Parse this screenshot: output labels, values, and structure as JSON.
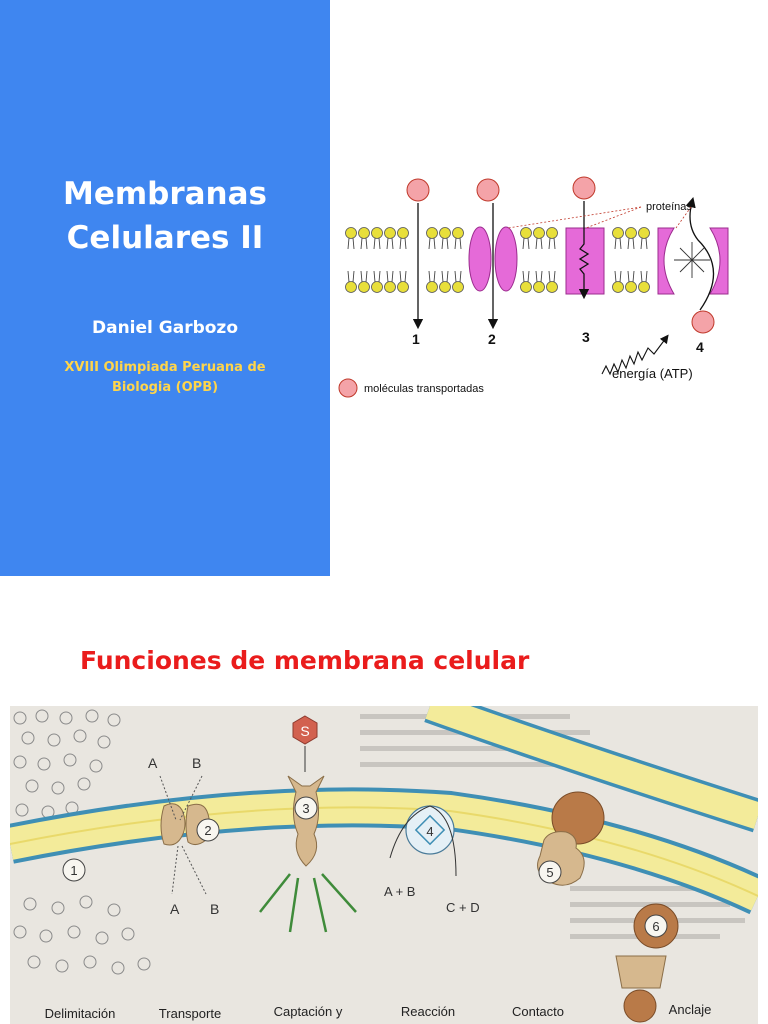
{
  "cover": {
    "title_line1": "Membranas",
    "title_line2": "Celulares II",
    "author": "Daniel Garbozo",
    "event_line1": "XVIII Olimpiada Peruana de",
    "event_line2": "Biologia (OPB)",
    "bg_color": "#3f86f0",
    "accent_color": "#ffd54a"
  },
  "transport_diagram": {
    "proteins_label": "proteínas",
    "legend_label": "moléculas transportadas",
    "energy_label": "energía (ATP)",
    "channels": [
      "1",
      "2",
      "3",
      "4"
    ]
  },
  "section": {
    "title": "Funciones de membrana celular",
    "title_color": "#ea1c1c"
  },
  "functions_diagram": {
    "markers": [
      "1",
      "2",
      "3",
      "4",
      "5",
      "6"
    ],
    "signal": "S",
    "transport_top_a": "A",
    "transport_top_b": "B",
    "transport_bottom_a": "A",
    "transport_bottom_b": "B",
    "reaction_in": "A + B",
    "reaction_out": "C + D",
    "captions": [
      "Delimitación",
      "Transporte",
      "Captación y",
      "Reacción",
      "Contacto",
      "Anclaje"
    ]
  }
}
